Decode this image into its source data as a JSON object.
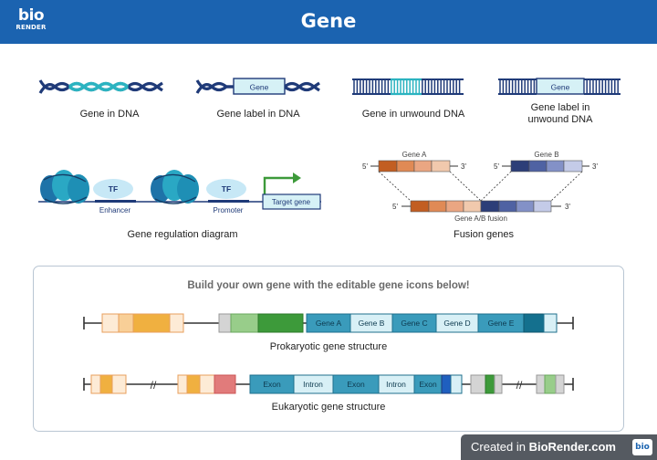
{
  "header": {
    "title": "Gene",
    "logo_top": "bio",
    "logo_bottom": "RENDER"
  },
  "icons": {
    "gene_in_dna": "Gene in DNA",
    "gene_label_in_dna": "Gene label in DNA",
    "gene_in_unwound_dna": "Gene in unwound DNA",
    "gene_label_in_unwound_dna_line1": "Gene label in",
    "gene_label_in_unwound_dna_line2": "unwound DNA",
    "gene_tag": "Gene"
  },
  "regulation": {
    "caption": "Gene regulation diagram",
    "tf1": "TF",
    "tf2": "TF",
    "enhancer": "Enhancer",
    "promoter": "Promoter",
    "target_gene": "Target gene"
  },
  "fusion": {
    "caption": "Fusion genes",
    "gene_a": "Gene A",
    "gene_b": "Gene B",
    "fused": "Gene A/B fusion",
    "five": "5'",
    "three": "3'"
  },
  "builder": {
    "heading": "Build your own gene with the editable gene icons below!",
    "prokaryotic_caption": "Prokaryotic gene structure",
    "eukaryotic_caption": "Eukaryotic gene structure",
    "prok_genes": [
      "Gene A",
      "Gene B",
      "Gene C",
      "Gene D",
      "Gene E"
    ],
    "euk_labels": [
      "Exon",
      "Intron",
      "Exon",
      "Intron",
      "Exon"
    ],
    "break_mark": "//"
  },
  "footer": {
    "text_prefix": "Created in ",
    "text_brand": "BioRender.com",
    "logo": "bio"
  },
  "colors": {
    "header": "#1b63b0",
    "dna_dark": "#1f3a78",
    "dna_teal": "#2bb3c0",
    "gene_a": [
      "#c25e22",
      "#e08a55",
      "#eaa682",
      "#f1c9ad"
    ],
    "gene_b": [
      "#2c3e78",
      "#4f62a3",
      "#8391c7",
      "#c4cbe8"
    ],
    "exon": "#3a9bbb",
    "intron": "#d8f0f6",
    "green_dark": "#3d9a3a",
    "green_light": "#98cd8a",
    "orange": "#f0b040",
    "red": "#e17b7b"
  }
}
